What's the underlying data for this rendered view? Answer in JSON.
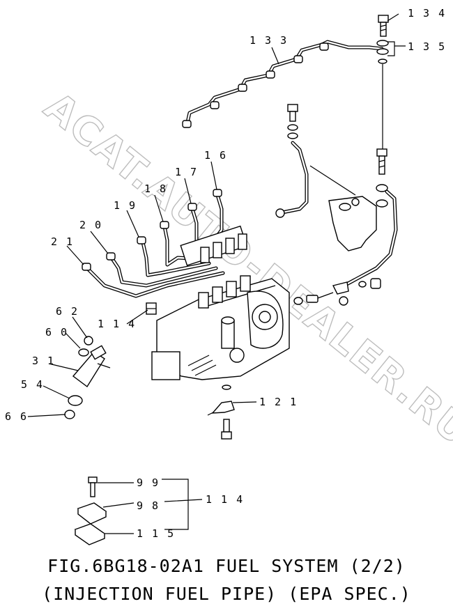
{
  "watermark": "ACAT.AUTO-DEALER.RU",
  "caption": {
    "line1": "FIG.6BG18-02A1  FUEL SYSTEM (2/2)",
    "line2": "(INJECTION FUEL PIPE) (EPA SPEC.)"
  },
  "callouts": {
    "c134": "1 3 4",
    "c135": "1 3 5",
    "c133": "1 3 3",
    "c16": "1 6",
    "c17": "1 7",
    "c18": "1 8",
    "c19": "1 9",
    "c20": "2 0",
    "c21": "2 1",
    "c114": "1 1 4",
    "c62": "6 2",
    "c60": "6 0",
    "c31": "3 1",
    "c54": "5 4",
    "c66": "6 6",
    "c121": "1 2 1",
    "c99": "9 9",
    "c98": "9 8",
    "c114b": "1 1 4",
    "c115": "1 1 5"
  }
}
